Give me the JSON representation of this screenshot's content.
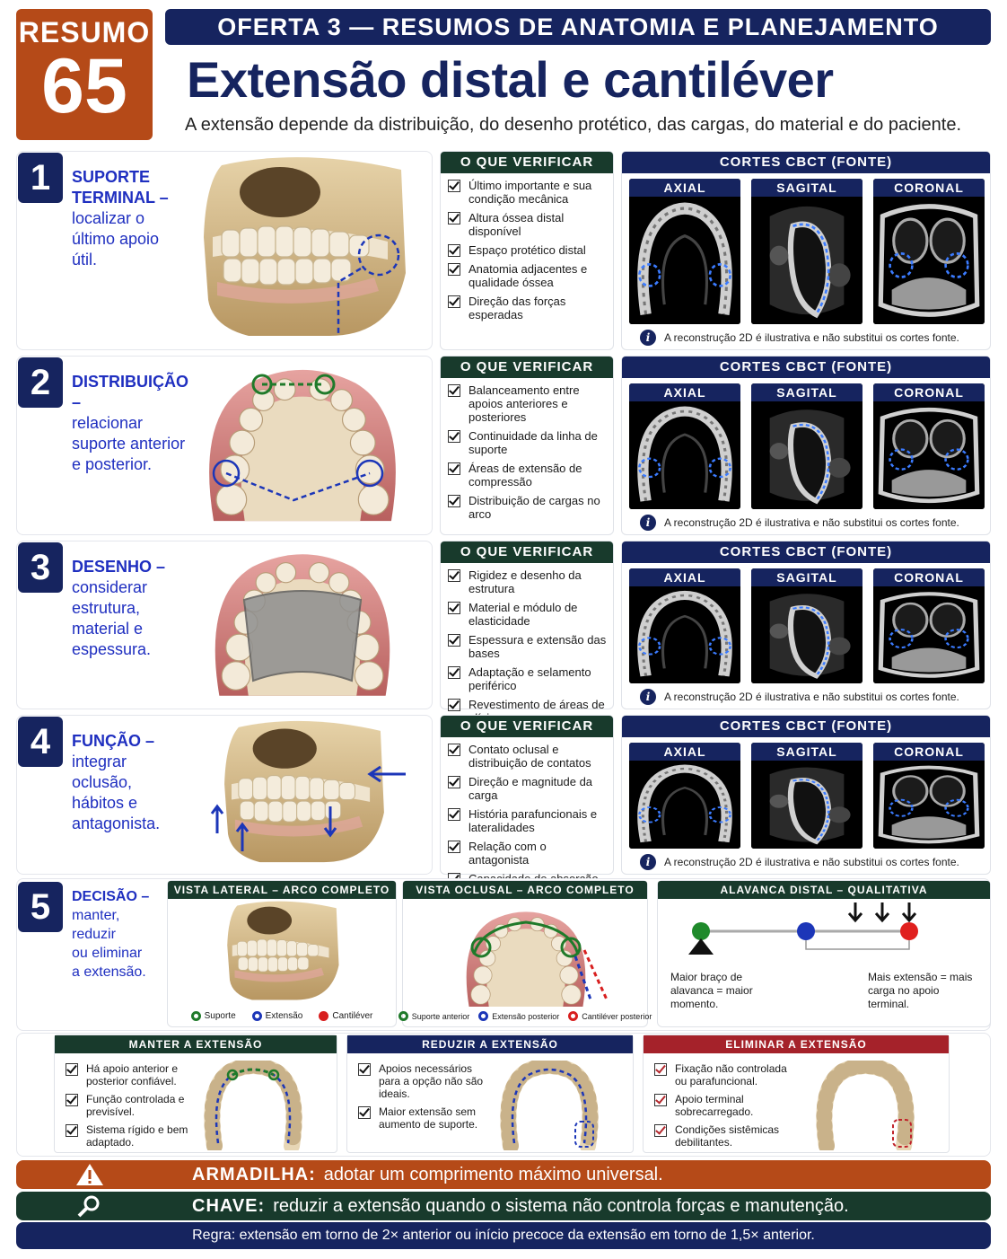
{
  "header": {
    "badge_label": "RESUMO",
    "badge_number": "65",
    "topbar": "OFERTA 3 — RESUMOS DE ANATOMIA E PLANEJAMENTO",
    "title": "Extensão distal e cantiléver",
    "subtitle": "A extensão depende da distribuição, do desenho protético, das cargas, do material e do paciente."
  },
  "labels": {
    "checklist_header": "O QUE VERIFICAR",
    "cbct_header": "CORTES CBCT (FONTE)",
    "axial": "AXIAL",
    "sagital": "SAGITAL",
    "coronal": "CORONAL",
    "cbct_note": "A reconstrução 2D é ilustrativa e não substitui os cortes fonte."
  },
  "sections": [
    {
      "number": "1",
      "label_lines": [
        "SUPORTE",
        "TERMINAL –"
      ],
      "rest_lines": [
        "localizar o",
        "último apoio útil."
      ],
      "checks": [
        "Último importante e sua condição mecânica",
        "Altura óssea distal disponível",
        "Espaço protético distal",
        "Anatomia adjacentes e qualidade óssea",
        "Direção das forças esperadas"
      ]
    },
    {
      "number": "2",
      "label_lines": [
        "DISTRIBUIÇÃO –"
      ],
      "rest_lines": [
        "relacionar",
        "suporte anterior",
        "e posterior."
      ],
      "checks": [
        "Balanceamento entre apoios anteriores e posteriores",
        "Continuidade da linha de suporte",
        "Áreas de extensão de compressão",
        "Distribuição de cargas no arco"
      ]
    },
    {
      "number": "3",
      "label_lines": [
        "DESENHO –"
      ],
      "rest_lines": [
        "considerar",
        "estrutura,",
        "material e",
        "espessura."
      ],
      "checks": [
        "Rigidez e desenho da estrutura",
        "Material e módulo de elasticidade",
        "Espessura e extensão das bases",
        "Adaptação e selamento periférico",
        "Revestimento de áreas de alívio"
      ]
    },
    {
      "number": "4",
      "label_lines": [
        "FUNÇÃO –"
      ],
      "rest_lines": [
        "integrar",
        "oclusão,",
        "hábitos e",
        "antagonista."
      ],
      "checks": [
        "Contato oclusal e distribuição de contatos",
        "Direção e magnitude da carga",
        "História parafuncionais e lateralidades",
        "Relação com o antagonista",
        "Capacidade de absorção do osso"
      ]
    }
  ],
  "section5": {
    "number": "5",
    "label_lines": [
      "DECISÃO –"
    ],
    "rest_lines": [
      "manter, reduzir",
      "ou eliminar",
      "a extensão."
    ],
    "lateral": {
      "header": "VISTA LATERAL – ARCO COMPLETO",
      "legend": [
        {
          "label": "Suporte",
          "color": "#1f7a2a"
        },
        {
          "label": "Extensão",
          "color": "#1c36b8"
        },
        {
          "label": "Cantiléver",
          "color": "#d81f1f"
        }
      ]
    },
    "occlusal": {
      "header": "VISTA OCLUSAL – ARCO COMPLETO",
      "legend": [
        {
          "label": "Suporte anterior",
          "color": "#1f7a2a"
        },
        {
          "label": "Extensão posterior",
          "color": "#1c36b8"
        },
        {
          "label": "Cantiléver posterior",
          "color": "#d81f1f"
        }
      ]
    },
    "lever": {
      "header": "ALAVANCA DISTAL – QUALITATIVA",
      "left_text": "Maior braço de alavanca = maior momento.",
      "right_text": "Mais extensão = mais carga no apoio terminal."
    }
  },
  "boxes": [
    {
      "header": "MANTER A EXTENSÃO",
      "color": "#183a2c",
      "items": [
        "Há apoio anterior e posterior confiável.",
        "Função controlada e previsível.",
        "Sistema rígido e bem adaptado."
      ]
    },
    {
      "header": "REDUZIR A EXTENSÃO",
      "color": "#16245f",
      "items": [
        "Apoios necessários para a opção não são ideais.",
        "Maior extensão sem aumento de suporte."
      ]
    },
    {
      "header": "ELIMINAR A EXTENSÃO",
      "color": "#a5222a",
      "items": [
        "Fixação não controlada ou parafuncional.",
        "Apoio terminal sobrecarregado.",
        "Condições sistêmicas debilitantes."
      ]
    }
  ],
  "bottom": {
    "trap_label": "ARMADILHA:",
    "trap_text": "adotar um comprimento máximo universal.",
    "key_label": "CHAVE:",
    "key_text": "reduzir a extensão quando o sistema não controla forças e manutenção.",
    "rule": "Regra: extensão em torno de 2× anterior ou início precoce da extensão em torno de 1,5× anterior."
  },
  "colors": {
    "navy": "#16245f",
    "green": "#183a2c",
    "orange": "#b54a18",
    "red": "#a5222a",
    "blue_label": "#1f2fc0"
  }
}
